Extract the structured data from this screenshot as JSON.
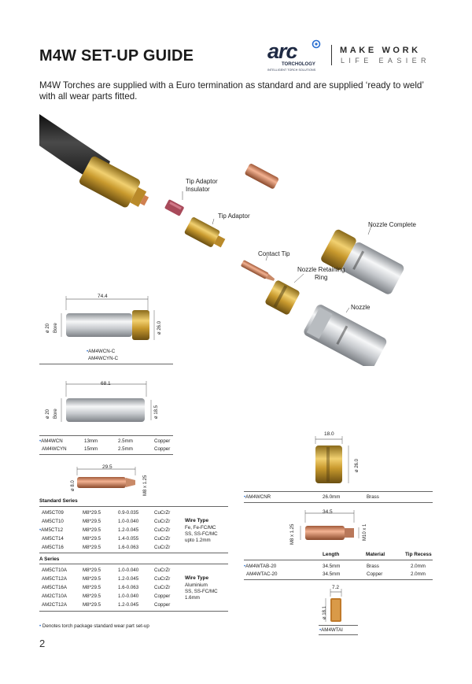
{
  "page": {
    "title": "M4W SET-UP GUIDE",
    "intro": "M4W Torches are supplied with a Euro termination as standard and are supplied ‘ready to weld’ with all wear parts fitted.",
    "page_number": "2"
  },
  "brand": {
    "logo_word": "arc",
    "logo_sub": "TORCHOLOGY",
    "logo_sub2": "INTELLIGENT TORCH SOLUTIONS",
    "tagline_1": "MAKE WORK",
    "tagline_2": "LIFE EASIER",
    "color_navy": "#1f2a44",
    "color_accent_blue": "#2a6fd1"
  },
  "exploded_labels": {
    "tip_adaptor_insulator": "Tip Adaptor\nInsulator",
    "tip_adaptor": "Tip Adaptor",
    "contact_tip": "Contact Tip",
    "nozzle_retaining_ring": "Nozzle Retaining\nRing",
    "nozzle_complete": "Nozzle Complete",
    "nozzle": "Nozzle"
  },
  "nozzle_complete_drawing": {
    "length": "74.4",
    "dia_left": "ø 20",
    "bore": "Bore",
    "dia_right": "ø 26.0",
    "parts": [
      {
        "code": "AM4WCN-C",
        "marked": true
      },
      {
        "code": "AM4WCYN-C",
        "marked": false
      }
    ]
  },
  "nozzle_drawing": {
    "length": "68.1",
    "dia_left": "ø 20",
    "bore": "Bore",
    "dia_right": "ø 18.5",
    "rows": [
      {
        "code": "AM4WCN",
        "bore": "13mm",
        "recess": "2.5mm",
        "material": "Copper",
        "marked": true
      },
      {
        "code": "AM4WCYN",
        "bore": "15mm",
        "recess": "2.5mm",
        "material": "Copper",
        "marked": false
      }
    ]
  },
  "contact_tip_drawing": {
    "length": "29.5",
    "dia": "ø 8.0",
    "thread": "M8 x 1.25"
  },
  "standard_series": {
    "heading": "Standard Series",
    "wire_type_title": "Wire Type",
    "wire_type_text": "Fe, Fe-FC/MC\nSS, SS-FC/MC\nupto 1.2mm",
    "rows": [
      {
        "code": "AM5CT09",
        "size": "M8*29.5",
        "wire": "0.9-0.035",
        "mat": "CuCrZr",
        "marked": false
      },
      {
        "code": "AM5CT10",
        "size": "M8*29.5",
        "wire": "1.0-0.040",
        "mat": "CuCrZr",
        "marked": false
      },
      {
        "code": "AM5CT12",
        "size": "M8*29.5",
        "wire": "1.2-0.045",
        "mat": "CuCrZr",
        "marked": true
      },
      {
        "code": "AM5CT14",
        "size": "M8*29.5",
        "wire": "1.4-0.055",
        "mat": "CuCrZr",
        "marked": false
      },
      {
        "code": "AM5CT16",
        "size": "M8*29.5",
        "wire": "1.6-0.063",
        "mat": "CuCrZr",
        "marked": false
      }
    ]
  },
  "a_series": {
    "heading": "A Series",
    "wire_type_title": "Wire Type",
    "wire_type_text": "Aluminium\nSS, SS-FC/MC\n1.6mm",
    "rows": [
      {
        "code": "AM5CT10A",
        "size": "M8*29.5",
        "wire": "1.0-0.040",
        "mat": "CuCrZr"
      },
      {
        "code": "AM5CT12A",
        "size": "M8*29.5",
        "wire": "1.2-0.045",
        "mat": "CuCrZr"
      },
      {
        "code": "AM5CT16A",
        "size": "M8*29.5",
        "wire": "1.6-0.063",
        "mat": "CuCrZr"
      },
      {
        "code": "AM2CT10A",
        "size": "M8*29.5",
        "wire": "1.0-0.040",
        "mat": "Copper"
      },
      {
        "code": "AM2CT12A",
        "size": "M8*29.5",
        "wire": "1.2-0.045",
        "mat": "Copper"
      }
    ]
  },
  "footnote": "Denotes torch package standard wear part set-up",
  "retaining_ring_drawing": {
    "width": "18.0",
    "dia": "ø 26.0",
    "row": {
      "code": "AM4WCNR",
      "length": "26.0mm",
      "material": "Brass",
      "marked": true
    }
  },
  "tip_adaptor_drawing": {
    "length": "34.5",
    "thread_left": "M8 x 1.25",
    "thread_right": "M10 x 1",
    "headers": {
      "length": "Length",
      "material": "Material",
      "recess": "Tip Recess"
    },
    "rows": [
      {
        "code": "AM4WTAB-20",
        "length": "34.5mm",
        "material": "Brass",
        "recess": "2.0mm",
        "marked": true
      },
      {
        "code": "AM4WTAC-20",
        "length": "34.5mm",
        "material": "Copper",
        "recess": "2.0mm",
        "marked": false
      }
    ]
  },
  "insulator_drawing": {
    "width": "7.2",
    "dia": "ø 18.1",
    "code": "AM4WTAI",
    "marked": true
  }
}
